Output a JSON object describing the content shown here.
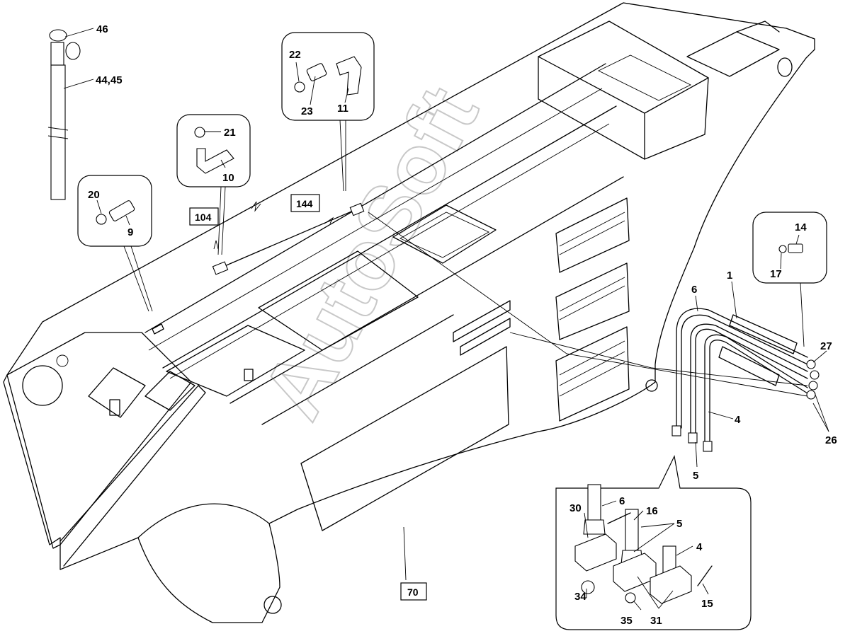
{
  "labels": {
    "p46": "46",
    "p4445": "44,45",
    "p22": "22",
    "p23": "23",
    "p11": "11",
    "p21": "21",
    "p10": "10",
    "p20": "20",
    "p9": "9",
    "p14": "14",
    "p17": "17",
    "p1": "1",
    "p6": "6",
    "p27": "27",
    "p4": "4",
    "p26": "26",
    "p5": "5",
    "d30": "30",
    "d6": "6",
    "d16": "16",
    "d5": "5",
    "d4": "4",
    "d34": "34",
    "d35": "35",
    "d31": "31",
    "d15": "15"
  },
  "refs": {
    "r104": "104",
    "r144": "144",
    "r70": "70"
  },
  "watermark": "AutoSoft"
}
